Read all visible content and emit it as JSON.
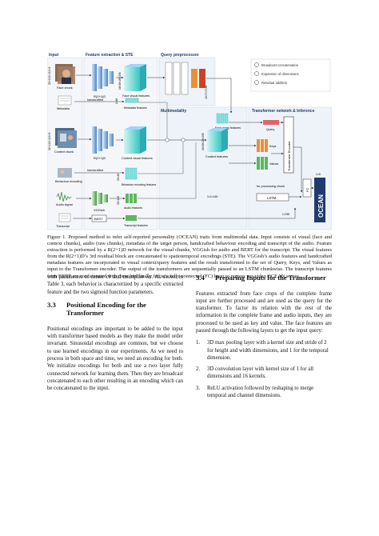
{
  "figure": {
    "section_labels": {
      "input": "Input",
      "feature_extraction": "Feature extraction & STE",
      "query_preprocessor": "Query preprocessor",
      "multimodality": "Multimodality",
      "transformer": "Transformer network & Inference"
    },
    "legend": [
      "Broadcast concatenation",
      "Expansion of dimensions",
      "Residual addition"
    ],
    "inputs": {
      "face_chunk": "Face chunk",
      "face_dims": "32×112×112×3",
      "metadata": "Metadata",
      "context_chunk": "Context chunk",
      "context_dims": "32×112×112×3",
      "behaviour": "Behaviour encoding",
      "audio": "Audio signal",
      "transcript": "Transcript"
    },
    "blocks": {
      "r21d_face": "R(2+1)D",
      "r21d_context": "R(2+1)D",
      "handcrafted_meta": "handcrafted",
      "handcrafted_behav": "handcrafted",
      "vggish": "VGGish",
      "bert": "BERT",
      "lstm": "LSTM",
      "fc": "FC",
      "ocean": "OCEAN",
      "transformer_encoder": "Transformer Encoder"
    },
    "features": {
      "face_visual": "Face visual features",
      "metadata_feat": "Metadata features",
      "context_visual": "Context visual features",
      "context_feat": "Context features",
      "behaviour_feat": "Behaviour encoding features",
      "audio_feat": "Audio features",
      "transcript_feat": "Transcript features",
      "face_query": "Face query features",
      "query": "Query",
      "keys": "Keys",
      "values": "Values",
      "for_processing": "for processing chunk"
    },
    "dims": {
      "face_feat": "16×28×28×256",
      "context_feat": "16×28×28×256",
      "query_dims": "16×7×7×16",
      "meta_dims": "1×48",
      "behav_dims": "32×48",
      "audio_dims": "32×128",
      "bert_dims": "1×768",
      "lstm_dims": "1×1×160",
      "out_dims": "1×5"
    }
  },
  "caption": "Figure 1. Proposed method to infer self-reported personality (OCEAN) traits from multimodal data. Input consists of visual (face and context chunks), audio (raw chunks), metadata of the target person, handcrafted behaviour encoding and transcript of the audio. Feature extraction is performed by a R(2+1)D network for the visual chunks, VGGish for audio and BERT for the transcript. The visual features from the R(2+1)D’s 3rd residual block are concatenated to spatiotemporal encodings (STE). The VGGish’s audio features and handcrafted metadata features are incorporated to visual context/query features and the result transformed to the set of Query, Keys, and Values as input to the Transformer encoder. The output of the transformers are sequentially passed to an LSTM chunkwise. The transcript features from BERT are concatenated with these and finally fed to a fully-connected (FC) layer to regress per-video OCEAN scores.",
  "left_column": {
    "intro": "with parameters of center cθ and multiplier λσ. As shown in Table 3, each behavior is characterized by a specific extracted feature and the two sigmoid function parameters.",
    "section_number": "3.3",
    "section_title": "Positional Encoding for the Transformer",
    "body": "Positional encodings are important to be added to the input with transformer based models as they make the model order invariant. Sinusoidal encodings are common, but we choose to use learned encodings in our experiments. As we need to process in both space and time, we need an encoding for both. We initialize encodings for both and use a two layer fully connected network for learning them. Then they are broadcast concatenated to each other resulting in an encoding which can be concatenated to the input."
  },
  "right_column": {
    "section_number": "3.4",
    "section_title": "Preparing Inputs for the Transformer",
    "body": "Features extracted from face crops of the complete frame input are further processed and are used as the query for the transformer. To factor its relation with the rest of the information in the complete frame and audio inputs, they are processed to be used as key and value. The face features are passed through the following layers to get the input query:",
    "list": [
      {
        "n": "1.",
        "text": "3D max pooling layer with a kernel size and stride of 2 for height and width dimensions, and 1 for the temporal dimension."
      },
      {
        "n": "2.",
        "text": "3D convolution layer with kernel size of 1 for all dimensions and 16 kernels."
      },
      {
        "n": "3.",
        "text": "ReLU activation followed by reshaping to merge temporal and channel dimensions."
      }
    ]
  },
  "colors": {
    "blue_block": "#6fa8dc",
    "cyan_block": "#7fe3e0",
    "green_block": "#5cb85c",
    "orange_block": "#e69138",
    "red_block": "#cc4125",
    "section_bg": "#e8eef7"
  }
}
